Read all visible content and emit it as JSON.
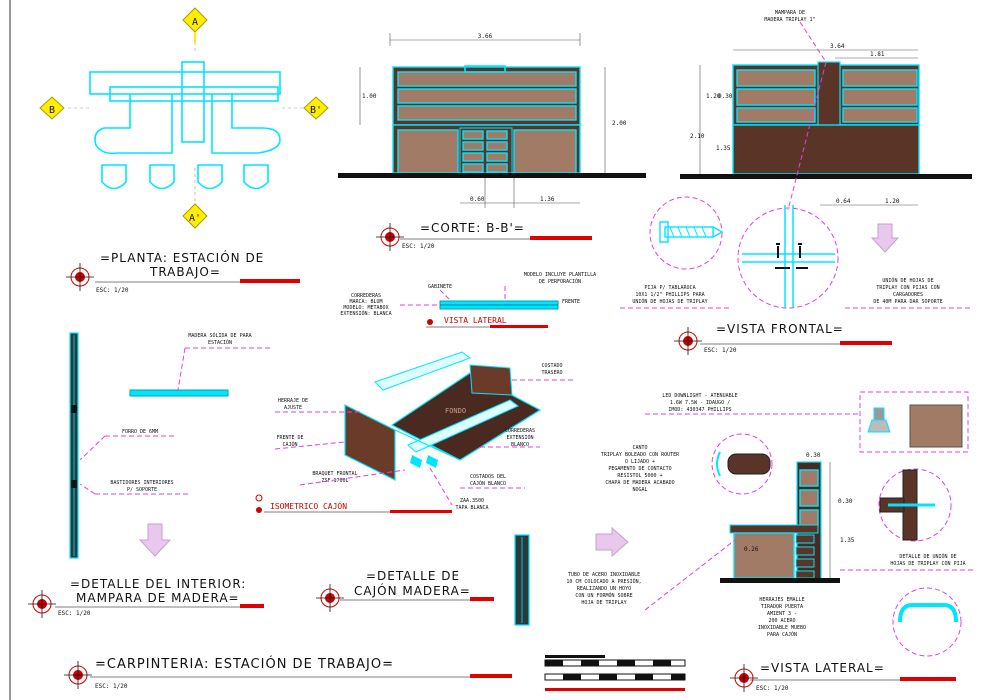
{
  "plan": {
    "marker_top": "A",
    "marker_bottom": "A'",
    "marker_left": "B",
    "marker_right": "B'",
    "title_1": "=PLANTA: ESTACIÓN DE",
    "title_2": "TRABAJO=",
    "scale": "ESC: 1/20"
  },
  "section": {
    "title": "=CORTE: B-B'=",
    "scale": "ESC: 1/20",
    "dim_width": "3.66",
    "dim_height": "2.00",
    "dim_upper": "1.00",
    "dim_a": "0.60",
    "dim_b": "1.36"
  },
  "front": {
    "title": "=VISTA FRONTAL=",
    "scale": "ESC: 1/20",
    "note_top_1": "MAMPARA DE",
    "note_top_2": "MADERA TRIPLAY 1\"",
    "dim_width": "3.64",
    "dim_right": "1.81",
    "dim_120": "1.20",
    "dim_030": "0.30",
    "dim_210": "2.10",
    "dim_135": "1.35",
    "dim_064": "0.64",
    "dim_bottom_right": "1.20",
    "screw_note": [
      "PIJA P/ TABLAROCA",
      "10X1 1/2\" PHILLIPS PARA",
      "UNIÓN DE HOJAS DE TRIPLAY"
    ],
    "union_note": [
      "UNIÓN DE HOJAS DE",
      "TRIPLAY CON PIJAS CON",
      "CARGADORES",
      "DE 40M PARA DAR SOPORTE"
    ]
  },
  "lateral_small": {
    "title": "VISTA LATERAL",
    "left_note": [
      "CORREDERAS",
      "MARCA: BLUM",
      "MODELO: METABOX",
      "EXTENSIÓN: BLANCA"
    ],
    "gabinete": "GABINETE",
    "top_note": [
      "MODELO INCLUYE PLANTILLA",
      "DE PERFORACIÓN"
    ],
    "frente": "FRENTE"
  },
  "interior": {
    "note_madera": [
      "MADERA SÓLIDA DE PARA",
      "ESTACIÓN"
    ],
    "note_forro": "FORRO DE 6MM",
    "note_bastidores": [
      "BASTIDORES INTERIORES",
      "P/ SOPORTE"
    ],
    "title_1": "=DETALLE DEL INTERIOR:",
    "title_2": "MAMPARA DE MADERA=",
    "scale": "ESC: 1/20"
  },
  "drawer": {
    "fondo": "FONDO",
    "costado_trasero": [
      "COSTADO",
      "TRASERO"
    ],
    "herraje": [
      "HERRAJE DE",
      "AJUSTE"
    ],
    "frente_cajon": [
      "FRENTE DE",
      "CAJÓN"
    ],
    "correderas": [
      "CORREDERAS",
      "EXTENSIÓN",
      "BLANCO"
    ],
    "braquet": [
      "BRAQUET FRONTAL",
      "ZSF.1700L"
    ],
    "costados": [
      "COSTADOS DEL",
      "CAJÓN BLANCO"
    ],
    "tapa": [
      "ZAA.3500",
      "TAPA BLANCA"
    ],
    "iso_title": "ISOMETRICO CAJÓN",
    "title_1": "=DETALLE DE",
    "title_2": "CAJÓN MADERA="
  },
  "lateral": {
    "led_note": [
      "LED DOWNLIGHT - ATENUABLE",
      "1.6W 7.5W - IDAUGO /",
      "IMOD: 430347 PHILLIPS"
    ],
    "canto_note": [
      "CANTO",
      "TRIPLAY BOLEADO CON ROUTER",
      "O LIJADO +",
      "PEGAMENTO DE CONTACTO",
      "RESISTOL 5000 +",
      "CHAPA DE MADERA ACABADO",
      "NOGAL"
    ],
    "tubo_note": [
      "TUBO DE ACERO INOXIDABLE",
      "10 CM COLOCADO A PRESIÓN,",
      "REALIZANDO UN HOYO",
      "CON UN FORMÓN SOBRE",
      "HOJA DE TRIPLAY"
    ],
    "herrajes_note": [
      "HERRAJES EMALLE",
      "TIRADOR PUERTA",
      "AMIENT 3 -",
      "200 ACERO",
      "INOXIDABLE MUEBO",
      "PARA CAJÓN"
    ],
    "union_note": [
      "DETALLE DE UNIÓN DE",
      "HOJAS DE TRIPLAY CON PIJA"
    ],
    "dim_030a": "0.30",
    "dim_030b": "0.30",
    "dim_135": "1.35",
    "dim_026": "0.26",
    "title": "=VISTA LATERAL=",
    "scale": "ESC: 1/20"
  },
  "main": {
    "title": "=CARPINTERIA: ESTACIÓN DE TRABAJO=",
    "scale": "ESC: 1/20"
  },
  "colors": {
    "cyan": "#00e5ff",
    "magenta": "#e040e0",
    "wood": "#a17b66",
    "dark_wood": "#5a3427",
    "red": "#e00000"
  }
}
